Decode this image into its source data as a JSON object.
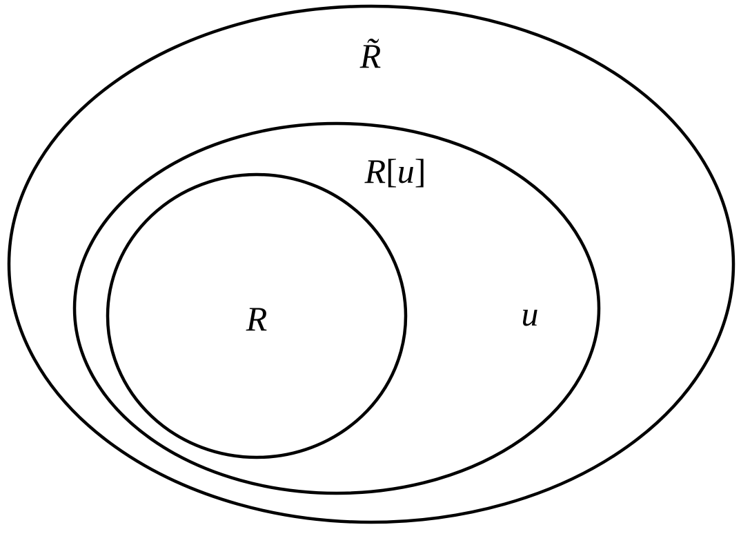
{
  "diagram": {
    "colors": {
      "stroke": "#000000",
      "text": "#000000",
      "background": "#ffffff"
    },
    "labels": {
      "outer_set": "R̃",
      "middle_set_R": "R",
      "middle_set_open_bracket": "[",
      "middle_set_u": "u",
      "middle_set_close_bracket": "]",
      "inner_set": "R",
      "element": "u"
    }
  }
}
